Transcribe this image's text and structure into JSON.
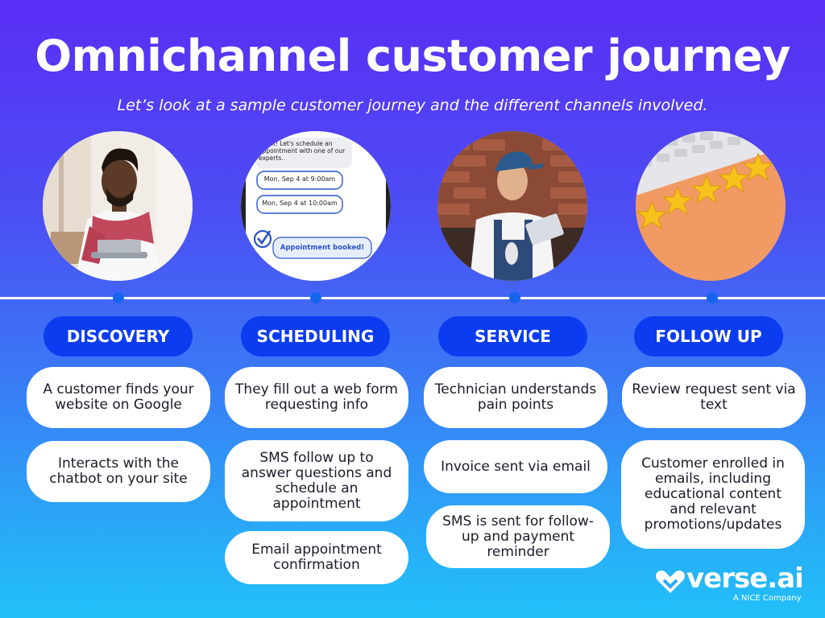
{
  "header": {
    "title": "Omnichannel customer journey",
    "subtitle": "Let’s look at a sample customer journey and the different channels involved."
  },
  "photos": {
    "chat": {
      "bubble_text": "Great! Let's schedule an appointment with one of our experts.",
      "option_1": "Mon, Sep 4 at 9:00am",
      "option_2": "Mon, Sep 4 at 10:00am",
      "booked": "Appointment booked!"
    }
  },
  "stages": [
    {
      "label": "DISCOVERY",
      "cards": [
        "A customer finds your website on Google",
        "Interacts with the chatbot on your site"
      ]
    },
    {
      "label": "SCHEDULING",
      "cards": [
        "They fill out a web form requesting info",
        "SMS follow up to answer questions and schedule an appointment",
        "Email appointment confirmation"
      ]
    },
    {
      "label": "SERVICE",
      "cards": [
        "Technician understands pain points",
        "Invoice sent via email",
        "SMS is sent for follow-up and payment reminder"
      ]
    },
    {
      "label": "FOLLOW UP",
      "cards": [
        "Review request sent via text",
        "Customer enrolled in emails, including educational content and relevant promotions/updates"
      ]
    }
  ],
  "brand": {
    "logo_text": "verse.ai",
    "tagline": "A NICE Company"
  },
  "colors": {
    "stage_pill": "#0b3cf0",
    "timeline_dot": "#1565f0",
    "gradient_top": "#5a2ef5",
    "gradient_bottom": "#22c0f8"
  }
}
